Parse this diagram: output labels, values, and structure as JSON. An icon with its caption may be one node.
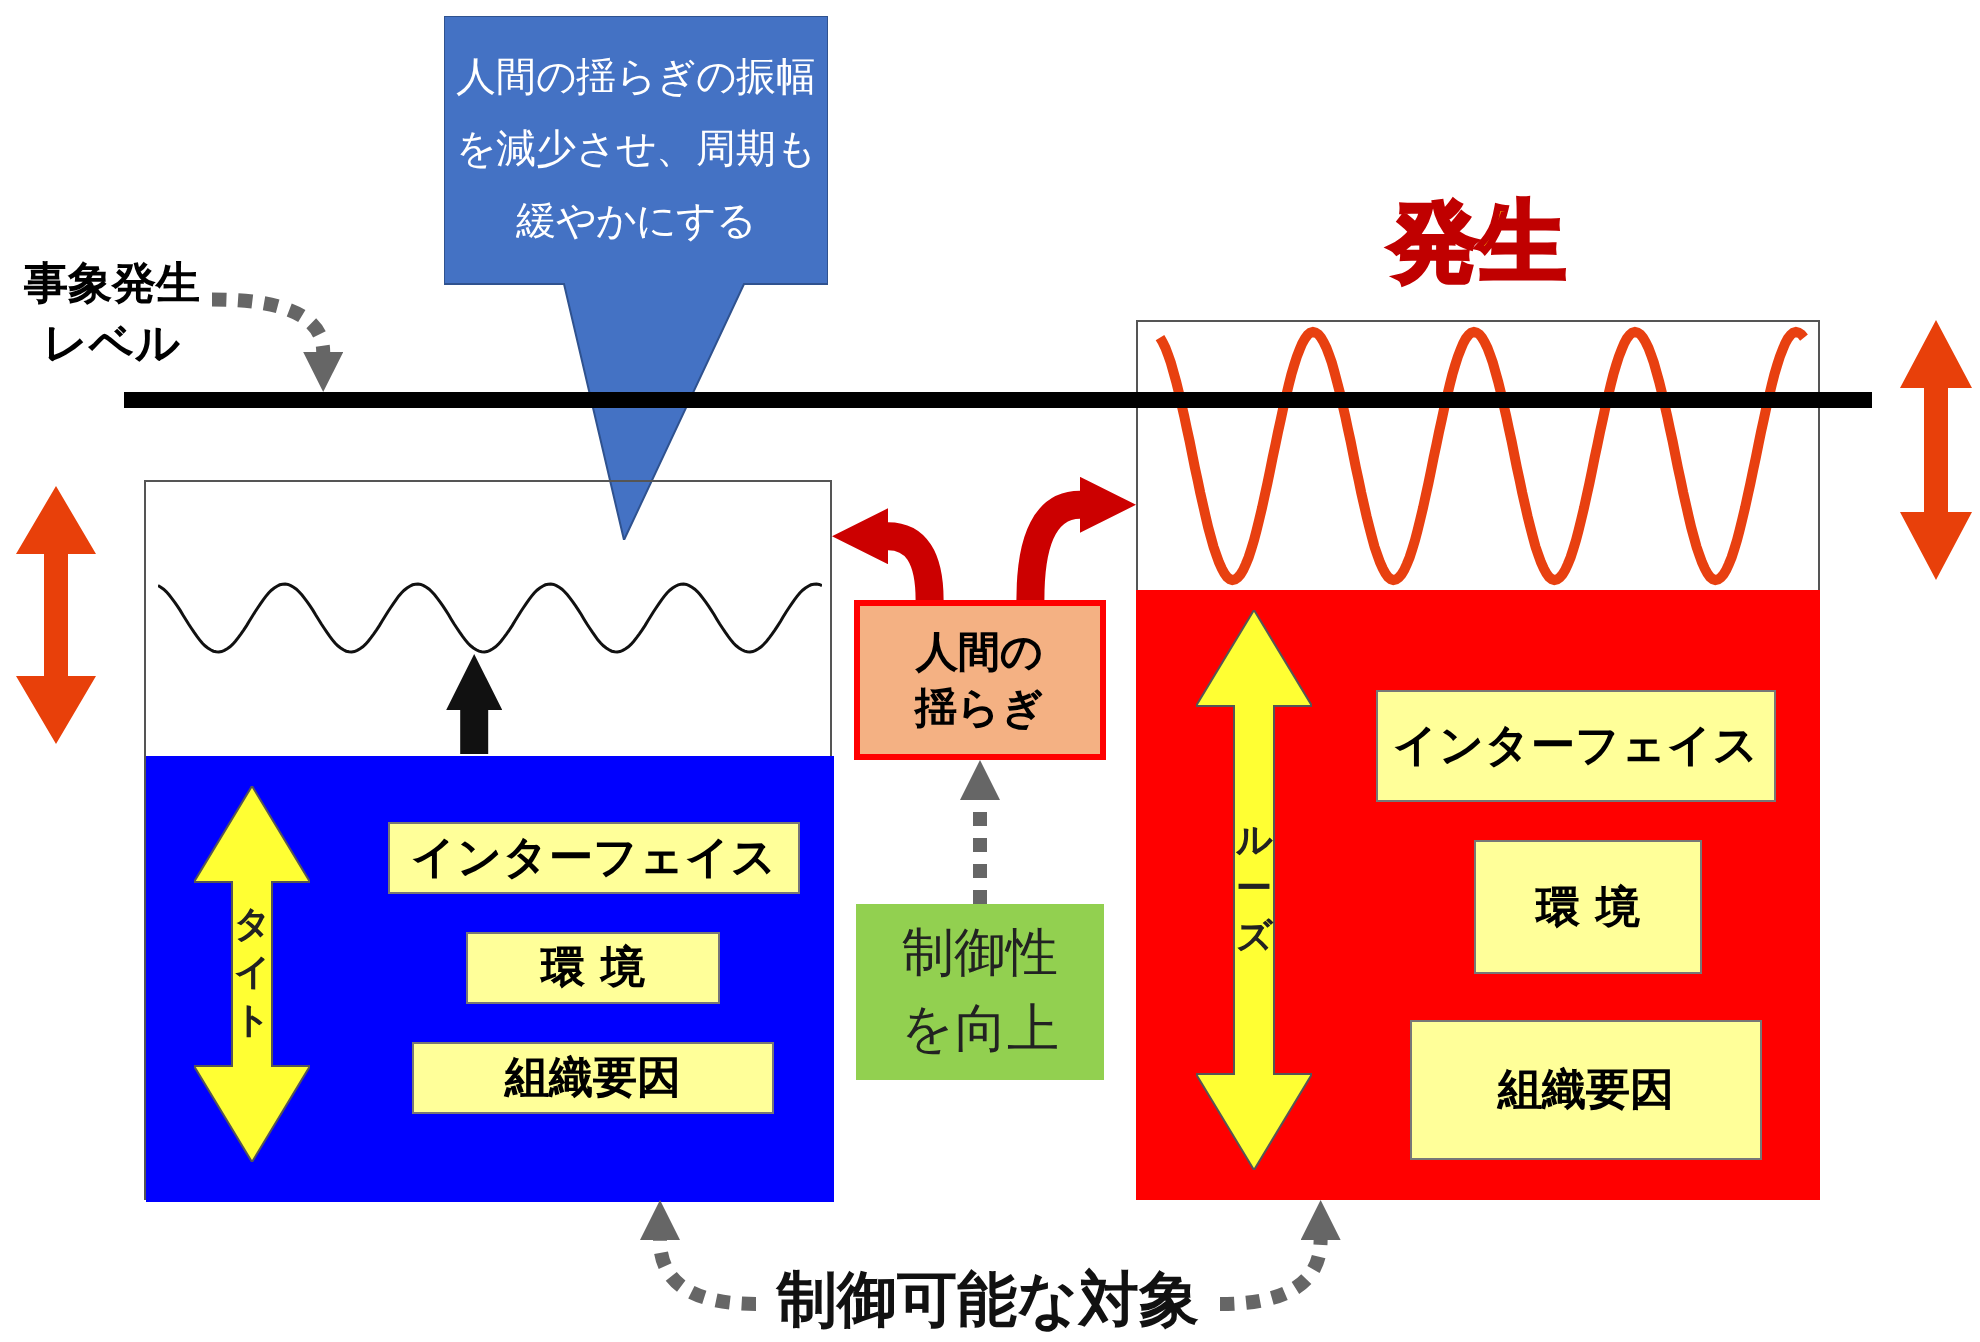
{
  "diagram": {
    "nodes": [
      {
        "text": [
          "人間の揺らぎの振幅を減少させ、周期も緩やかにする"
        ]
      },
      {
        "text": [
          "事象発生レベル"
        ]
      },
      {
        "text": [],
        "shape": "bar"
      },
      {
        "text": [],
        "shape": "box"
      },
      {
        "text": [],
        "shape": "wave",
        "in": 3
      },
      {
        "text": [],
        "shape": "box",
        "in": 3
      },
      {
        "text": [
          "タイト"
        ],
        "in": 5
      },
      {
        "text": [
          "インターフェイス"
        ],
        "in": 5
      },
      {
        "text": [
          "環 境"
        ],
        "in": 5
      },
      {
        "text": [
          "組織要因"
        ],
        "in": 5
      },
      {
        "text": [
          "人間の揺らぎ"
        ]
      },
      {
        "text": [
          "制御性を向上"
        ]
      },
      {
        "text": [
          "発生"
        ]
      },
      {
        "text": [],
        "shape": "box",
        "in": 12
      },
      {
        "text": [
          "ルーズ"
        ],
        "in": 13
      },
      {
        "text": [
          "インターフェイス"
        ],
        "in": 13
      },
      {
        "text": [
          "環 境"
        ],
        "in": 13
      },
      {
        "text": [
          "組織要因"
        ],
        "in": 13
      },
      {
        "text": [
          "制御可能な対象"
        ]
      }
    ],
    "edges": [
      {
        "from": 1,
        "to": 2,
        "arrow": "to",
        "style": "dashed"
      },
      {
        "from": 5,
        "to": 4,
        "arrow": "to",
        "style": "thick",
        "color": "#111111"
      },
      {
        "from": 10,
        "to": 3,
        "arrow": "to",
        "style": "thick",
        "color": "#cc0000"
      },
      {
        "from": 10,
        "to": 12,
        "arrow": "to",
        "style": "thick",
        "color": "#cc0000"
      },
      {
        "from": 11,
        "to": 10,
        "arrow": "to",
        "style": "dashed"
      },
      {
        "from": 18,
        "to": 3,
        "arrow": "to",
        "style": "dashed"
      },
      {
        "from": 18,
        "to": 12,
        "arrow": "to",
        "style": "dashed"
      }
    ]
  }
}
